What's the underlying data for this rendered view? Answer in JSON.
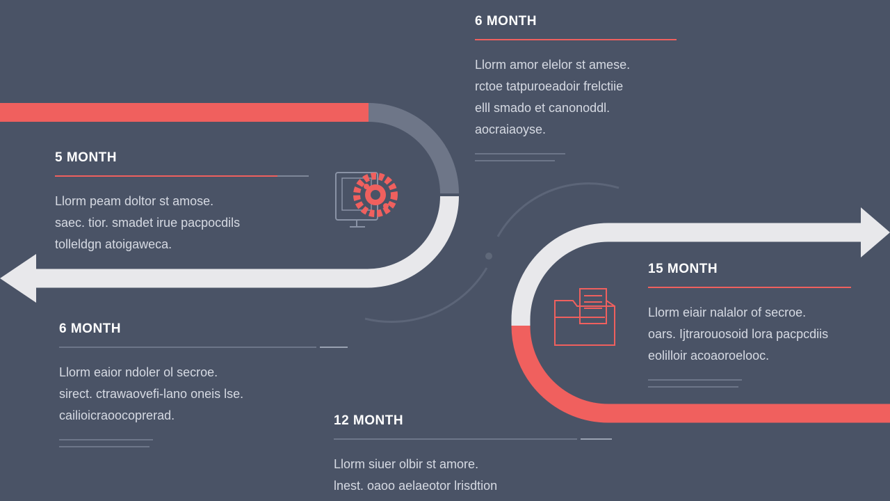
{
  "colors": {
    "background": "#4a5366",
    "accent": "#f0605e",
    "track_light": "#e8e8eb",
    "track_dark": "#6e7688",
    "text": "#ffffff",
    "muted_text": "#d6dae3"
  },
  "milestones": {
    "top": {
      "heading": "6 MONTH",
      "body": "Llorm amor elelor st amese.\nrctoe tatpuroeadoir frelctiie\nelll smado et canonoddl.\naocraiaoyse."
    },
    "left": {
      "heading": "5 MONTH",
      "body": "Llorm peam doltor st amose.\nsaec. tior. smadet irue pacpocdils\ntolleldgn atoigaweca."
    },
    "bottom_left": {
      "heading": "6 MONTH",
      "body": "Llorm eaior ndoler ol secroe.\nsirect. ctrawaovefi-lano oneis lse.\ncailioicraoocoprerad."
    },
    "right": {
      "heading": "15 MONTH",
      "body": "Llorm eiair nalalor of secroe.\noars. Ijtrarouosoid lora pacpcdiis\neolilloir acoaoroelooc."
    },
    "bottom": {
      "heading": "12 MONTH",
      "body": "Llorm siuer olbir st amore.\nlnest. oaoo aelaeotor lrisdtion"
    }
  },
  "icons": {
    "left_icon": "monitor-gear-icon",
    "right_icon": "folder-documents-icon"
  }
}
